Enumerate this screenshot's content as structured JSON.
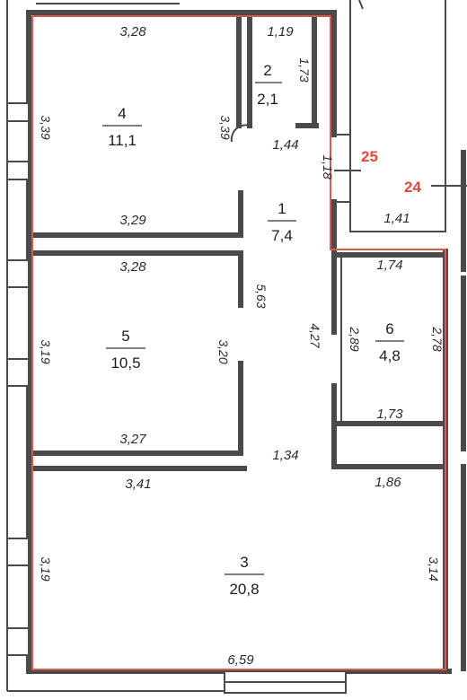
{
  "colors": {
    "outline": "#e0574f",
    "flat_number": "#e04a3a",
    "wall": "#4a4a4a"
  },
  "rooms": [
    {
      "id": "room-1",
      "number": "1",
      "area": "7,4"
    },
    {
      "id": "room-2",
      "number": "2",
      "area": "2,1"
    },
    {
      "id": "room-3",
      "number": "3",
      "area": "20,8"
    },
    {
      "id": "room-4",
      "number": "4",
      "area": "11,1"
    },
    {
      "id": "room-5",
      "number": "5",
      "area": "10,5"
    },
    {
      "id": "room-6",
      "number": "6",
      "area": "4,8"
    }
  ],
  "neighbors": {
    "a": "25",
    "b": "24"
  },
  "dims": {
    "r4_top": "3,28",
    "r4_left": "3,39",
    "r4_right": "3,39",
    "r4_bottom": "3,29",
    "r2_top": "1,19",
    "r2_right": "1,73",
    "r2_bottom": "1,44",
    "corr_a": "1,18",
    "corr_b": "5,63",
    "corr_c": "4,27",
    "corr_d": "1,34",
    "shaft_bottom": "1,41",
    "r5_top": "3,28",
    "r5_left": "3,19",
    "r5_right": "3,20",
    "r5_bottom": "3,27",
    "r6_top": "1,74",
    "r6_left": "2,89",
    "r6_right": "2,78",
    "r6_bottom": "1,73",
    "r3_top_left": "3,41",
    "r3_top_right": "1,86",
    "r3_left": "3,19",
    "r3_right": "3,14",
    "r3_bottom": "6,59"
  }
}
